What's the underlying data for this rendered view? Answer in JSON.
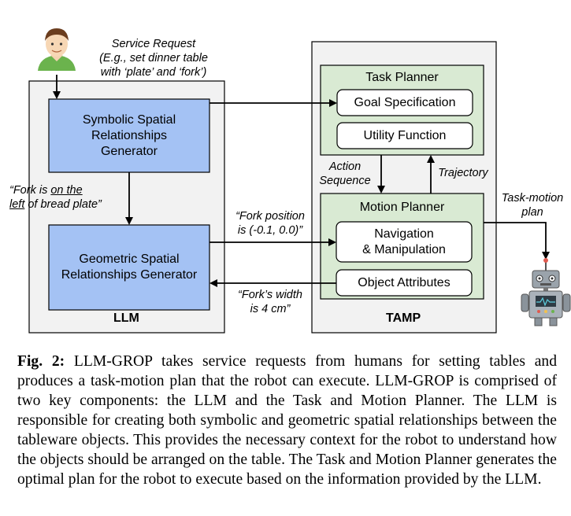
{
  "diagram": {
    "service_request": "Service Request",
    "service_request_detail_1": "(E.g., set dinner table",
    "service_request_detail_2": "with ‘plate’ and ‘fork’)",
    "llm_label": "LLM",
    "tamp_label": "TAMP",
    "symbolic_generator_1": "Symbolic Spatial",
    "symbolic_generator_2": "Relationships",
    "symbolic_generator_3": "Generator",
    "geometric_generator_1": "Geometric Spatial",
    "geometric_generator_2": "Relationships Generator",
    "task_planner": "Task Planner",
    "goal_specification": "Goal Specification",
    "utility_function": "Utility Function",
    "motion_planner": "Motion Planner",
    "navigation_1": "Navigation",
    "navigation_2": "& Manipulation",
    "object_attributes": "Object Attributes",
    "fork_symbolic_pre": "“Fork is ",
    "fork_symbolic_u1": "on the",
    "fork_symbolic_u2": "left",
    "fork_symbolic_post": " of bread plate”",
    "fork_position_1": "“Fork position",
    "fork_position_2": "is (-0.1, 0.0)”",
    "fork_width_1": "“Fork’s width",
    "fork_width_2": "is 4 cm”",
    "action_sequence_1": "Action",
    "action_sequence_2": "Sequence",
    "trajectory": "Trajectory",
    "task_motion_plan_1": "Task-motion",
    "task_motion_plan_2": "plan",
    "colors": {
      "llm_box_fill": "#f2f2f2",
      "generator_fill": "#a4c2f4",
      "planner_fill": "#d9ead3",
      "inner_fill": "#ffffff",
      "outline": "#000000"
    }
  },
  "caption": {
    "fig_label": "Fig. 2:",
    "text": " LLM-GROP takes service requests from humans for setting tables and produces a task-motion plan that the robot can execute. LLM-GROP is comprised of two key components: the LLM and the Task and Motion Planner. The LLM is responsible for creating both symbolic and geometric spatial relationships between the tableware objects. This provides the necessary context for the robot to understand how the objects should be arranged on the table. The Task and Motion Planner generates the optimal plan for the robot to execute based on the information provided by the LLM."
  }
}
